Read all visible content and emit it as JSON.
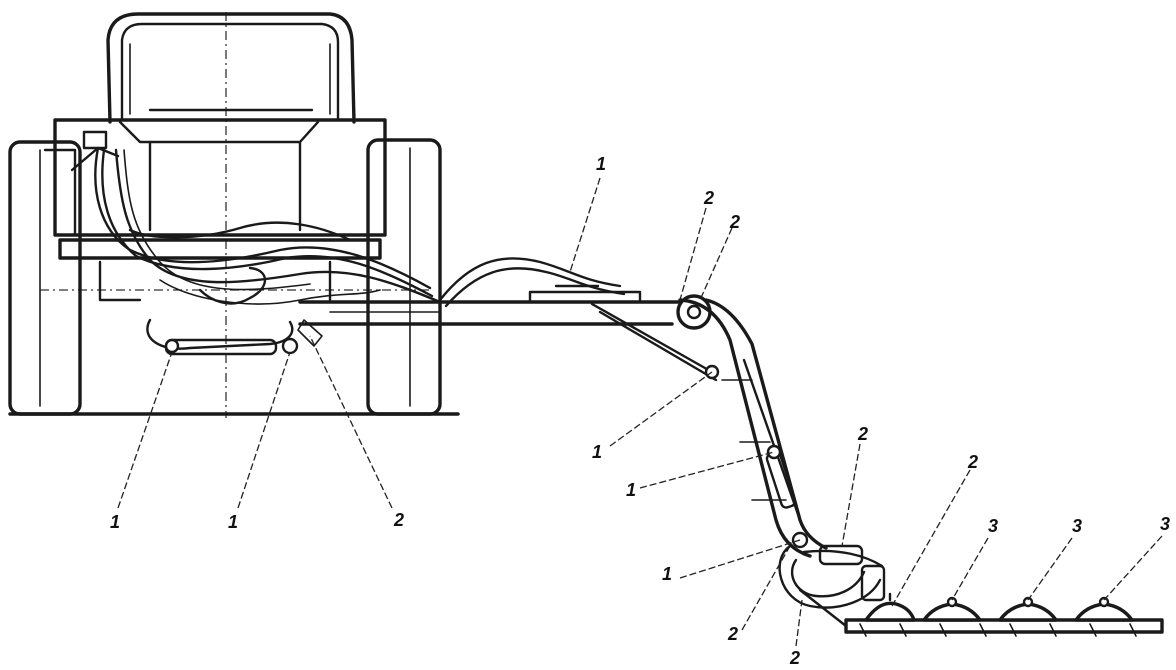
{
  "callouts": [
    {
      "id": "c1",
      "text": "1"
    },
    {
      "id": "c2",
      "text": "2"
    },
    {
      "id": "c3",
      "text": "2"
    },
    {
      "id": "c4",
      "text": "1"
    },
    {
      "id": "c5",
      "text": "1"
    },
    {
      "id": "c6",
      "text": "2"
    },
    {
      "id": "c7",
      "text": "1"
    },
    {
      "id": "c8",
      "text": "1"
    },
    {
      "id": "c9",
      "text": "2"
    },
    {
      "id": "c10",
      "text": "2"
    },
    {
      "id": "c11",
      "text": "1"
    },
    {
      "id": "c12",
      "text": "2"
    },
    {
      "id": "c13",
      "text": "2"
    },
    {
      "id": "c14",
      "text": "3"
    },
    {
      "id": "c15",
      "text": "3"
    },
    {
      "id": "c16",
      "text": "3"
    }
  ]
}
